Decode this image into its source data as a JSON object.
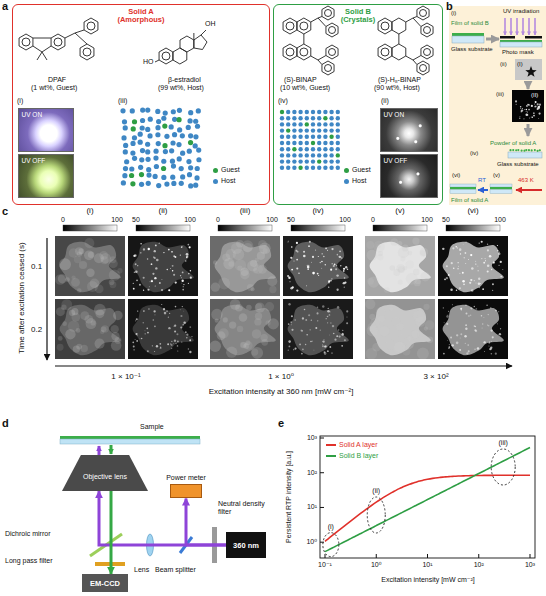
{
  "diagram": {
    "nodes": [
      {
        "text": [
          "Solid A (Amorphous)"
        ]
      },
      {
        "text": [
          "Solid B (Crystals)"
        ]
      },
      {
        "text": [
          "UV ON"
        ],
        "in": 0
      },
      {
        "text": [
          "UV OFF"
        ],
        "in": 0
      },
      {
        "text": [
          "UV ON"
        ],
        "in": 1
      },
      {
        "text": [
          "UV OFF"
        ],
        "in": 1
      },
      {
        "text": [
          "360 nm"
        ]
      },
      {
        "text": [
          "Power meter"
        ]
      },
      {
        "text": [
          "Objective lens"
        ]
      },
      {
        "text": [
          "EM-CCD"
        ]
      }
    ],
    "edges": [
      {
        "from": 6,
        "to": 8,
        "arrow": "to"
      },
      {
        "from": 6,
        "to": 7,
        "arrow": "to"
      },
      {
        "from": 8,
        "to": 9,
        "arrow": "to"
      }
    ],
    "labels": [
      "a",
      "DPAF",
      "(1 wt%, Guest)",
      "β-estradiol",
      "(99 wt%, Host)",
      "HO",
      "OH",
      "(S)-BINAP",
      "(10 wt%, Guest)",
      "(S)-H₈-BINAP",
      "(90 wt%, Host)",
      "(i)",
      "(iii)",
      "(iv)",
      "(ii)",
      "b",
      "(i)",
      "Film of solid B",
      "Glass substrate",
      "UV irradiation",
      "Photo mask",
      "(ii)",
      "(I)",
      "(iii)",
      "(II)",
      "(iv)",
      "Powder of solid A",
      "Glass substrate",
      "463 K",
      "(v)",
      "RT",
      "(vi)",
      "Film of solid A",
      "c",
      "(i)",
      "(ii)",
      "(iii)",
      "(iv)",
      "(v)",
      "(vi)",
      "0",
      "100",
      "50",
      "100",
      "0",
      "100",
      "50",
      "100",
      "0",
      "100",
      "50",
      "100",
      "Time after excitation ceased (s)",
      "0.1",
      "0.2",
      "1 × 10⁻¹",
      "1 × 10⁰",
      "3 × 10²",
      "Excitation intensity at 360 nm [mW cm⁻²]",
      "d",
      "Sample",
      "Neutral density filter",
      "Beam splitter",
      "Lens",
      "Dichroic mirror",
      "Long pass filter",
      "e",
      "Persistent RTP intensity [a.u.]",
      "Excitation intensity [mW cm⁻²]",
      "10⁻¹",
      "10⁰",
      "10¹",
      "10²",
      "10³",
      "10⁰",
      "10¹",
      "10²",
      "10³",
      "(i)",
      "(ii)",
      "(iii)"
    ],
    "legend": [
      {
        "text": "Guest",
        "color": "#2e9e44"
      },
      {
        "text": "Host",
        "color": "#3f87c4"
      },
      {
        "text": "Guest",
        "color": "#2e9e44"
      },
      {
        "text": "Host",
        "color": "#3f87c4"
      },
      {
        "text": "Solid A layer",
        "color": "#e0312b"
      },
      {
        "text": "Solid B layer",
        "color": "#2e9e44"
      }
    ]
  }
}
